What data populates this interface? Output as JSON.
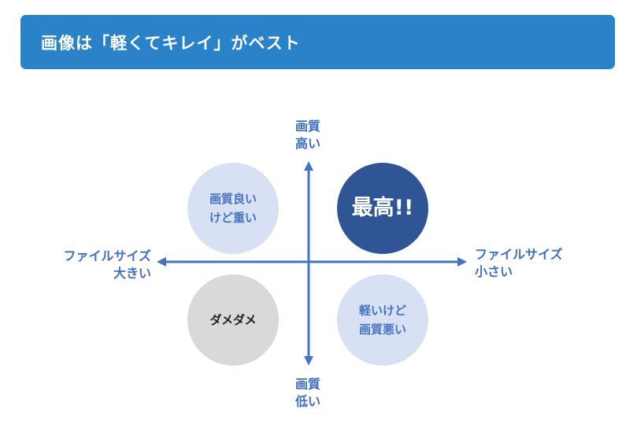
{
  "colors": {
    "header_bg": "#2a82c8",
    "axis": "#4673c1",
    "label_text": "#3f6fbf",
    "light_circle": "#d8e1f3",
    "dark_circle": "#2f5597",
    "gray_circle": "#d9d9d9",
    "light_circle_text": "#4673c1",
    "dark_circle_text": "#ffffff",
    "gray_circle_text": "#222222"
  },
  "header": {
    "title": "画像は「軽くてキレイ」がベスト"
  },
  "axis_labels": {
    "top": [
      "画質",
      "高い"
    ],
    "bottom": [
      "画質",
      "低い"
    ],
    "left": [
      "ファイルサイズ",
      "大きい"
    ],
    "right": [
      "ファイルサイズ",
      "小さい"
    ]
  },
  "quadrants": {
    "top_left": [
      "画質良い",
      "けど重い"
    ],
    "top_right": [
      "最高!!"
    ],
    "bottom_left": [
      "ダメダメ"
    ],
    "bottom_right": [
      "軽いけど",
      "画質悪い"
    ]
  }
}
